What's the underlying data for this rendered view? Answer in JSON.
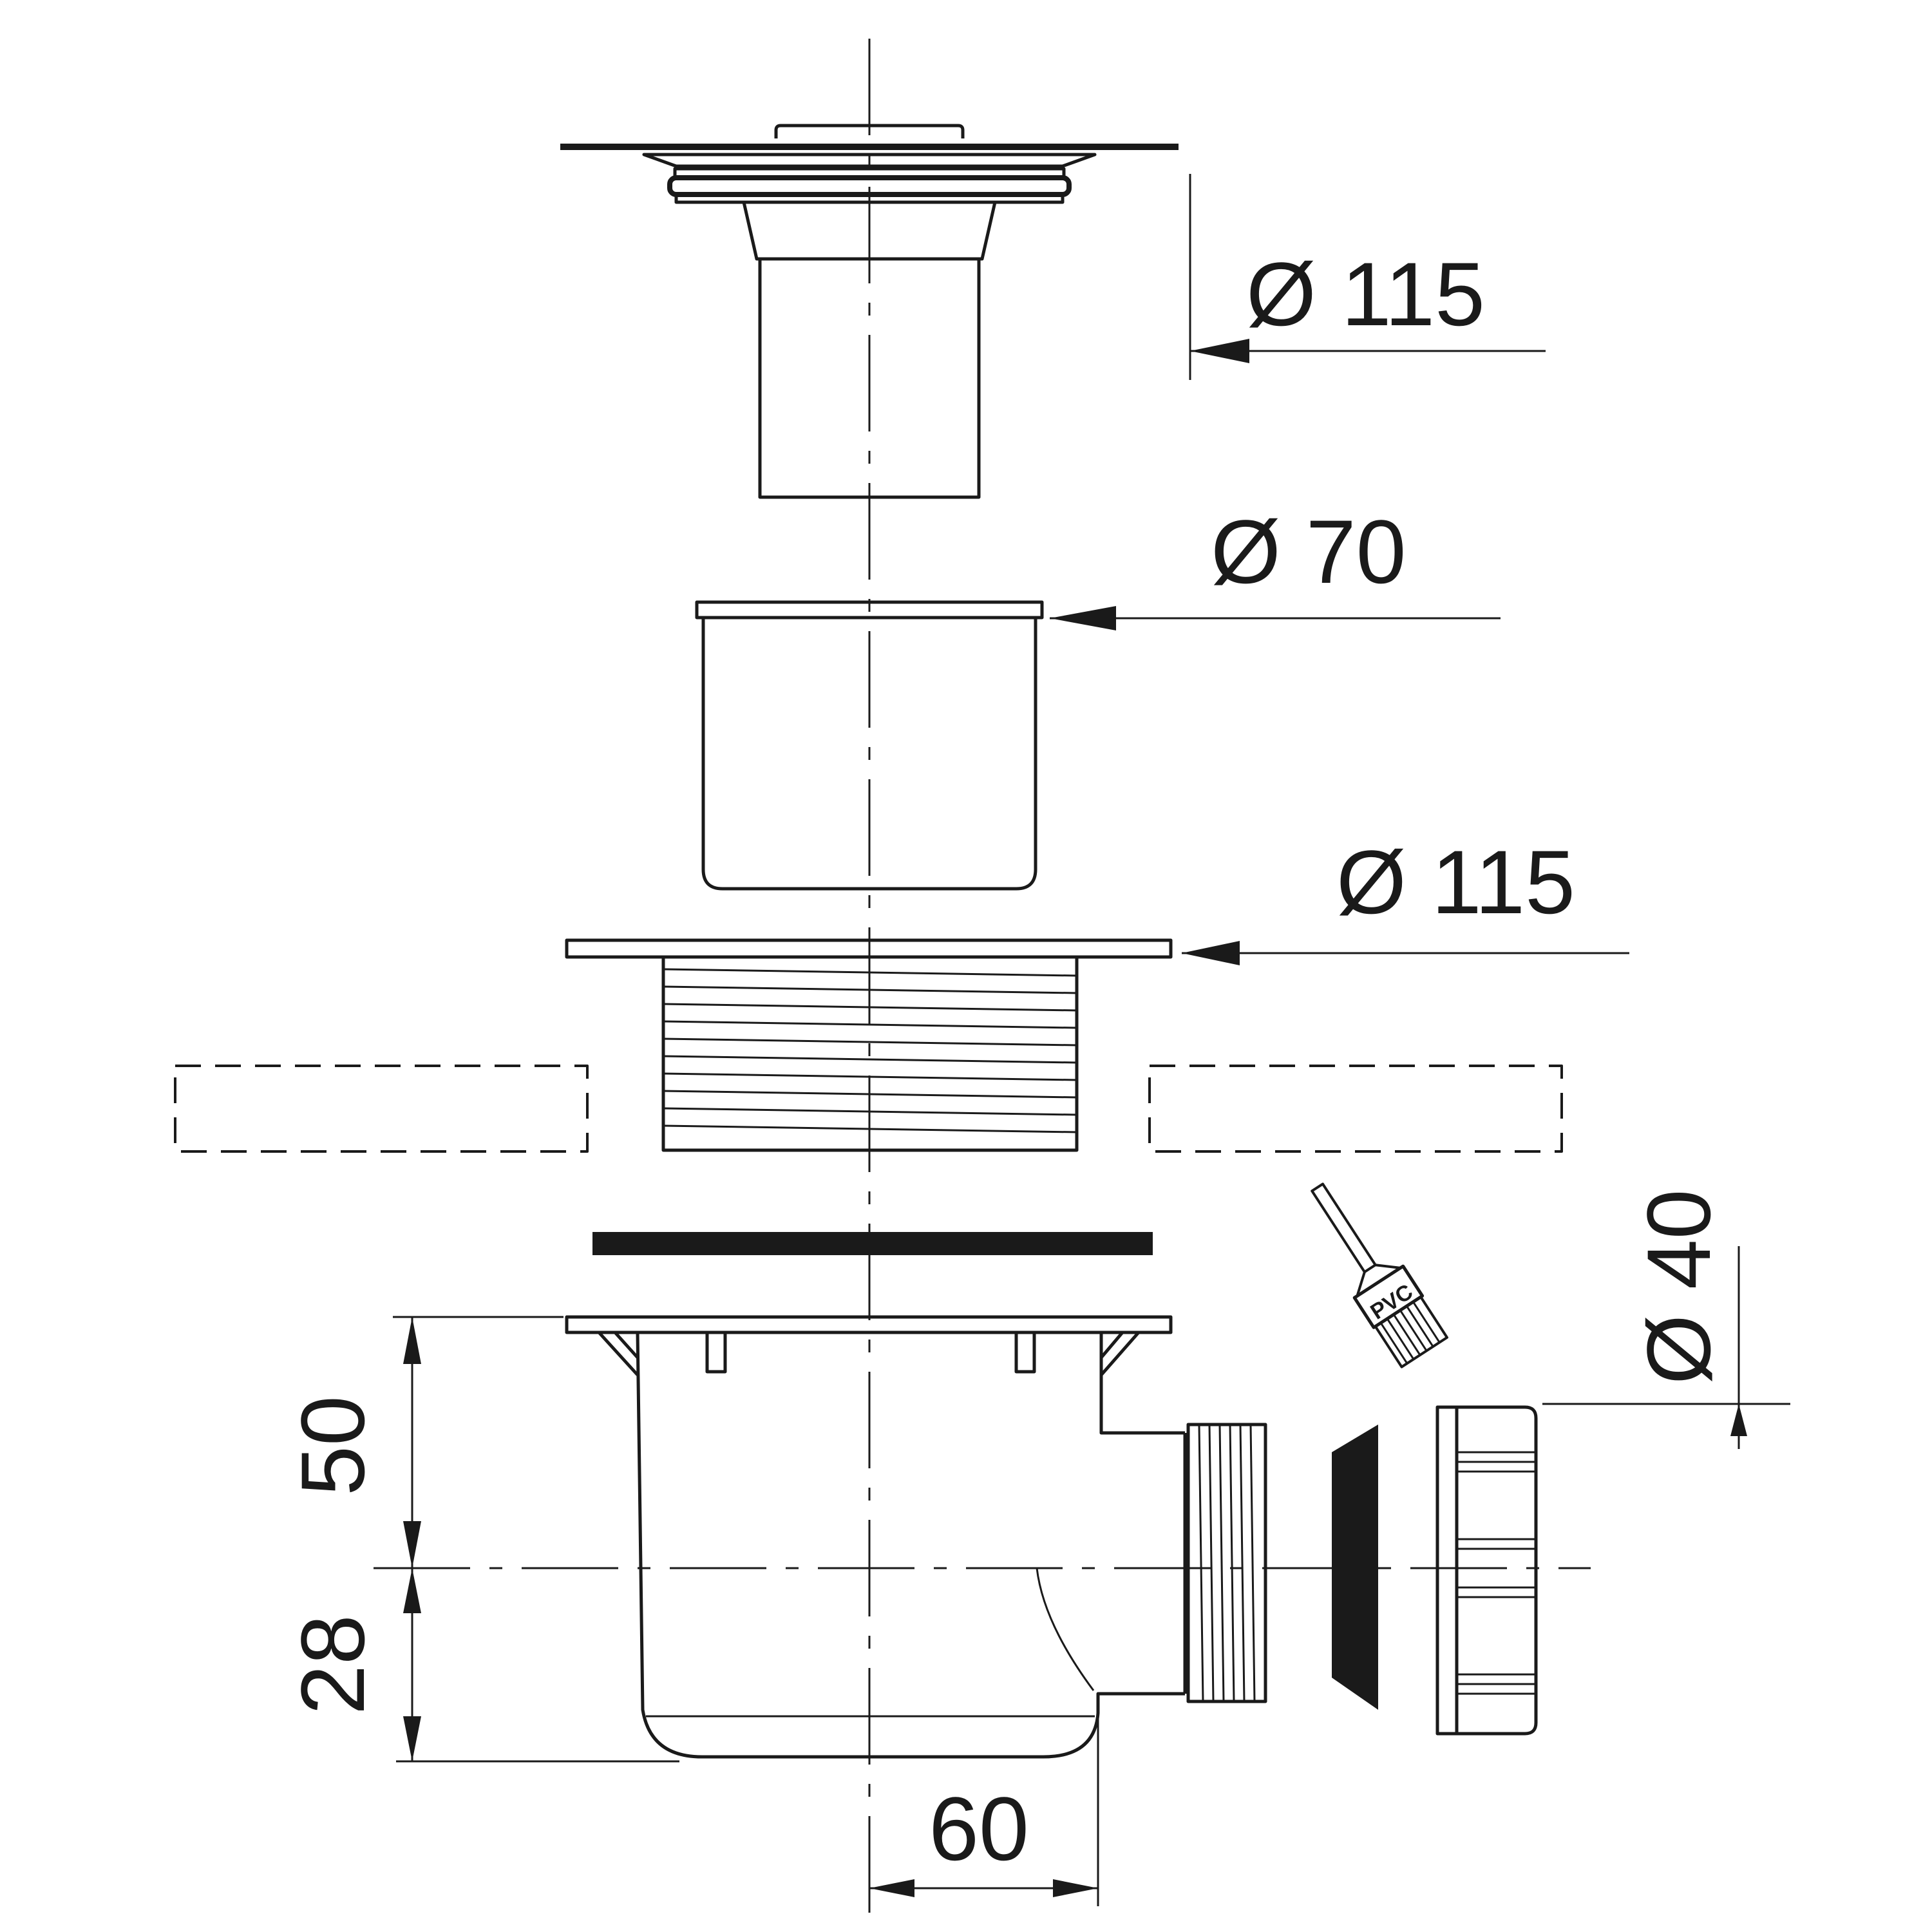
{
  "drawing": {
    "dimensions": {
      "grate_diameter": "Ø 115",
      "cup_diameter": "Ø 70",
      "flange_diameter": "Ø 115",
      "outlet_diameter": "Ø 40",
      "height_upper": "50",
      "height_lower": "28",
      "outlet_offset": "60"
    },
    "brush_label": "PVC",
    "colors": {
      "line": "#1a1a1a",
      "background": "#ffffff"
    }
  }
}
